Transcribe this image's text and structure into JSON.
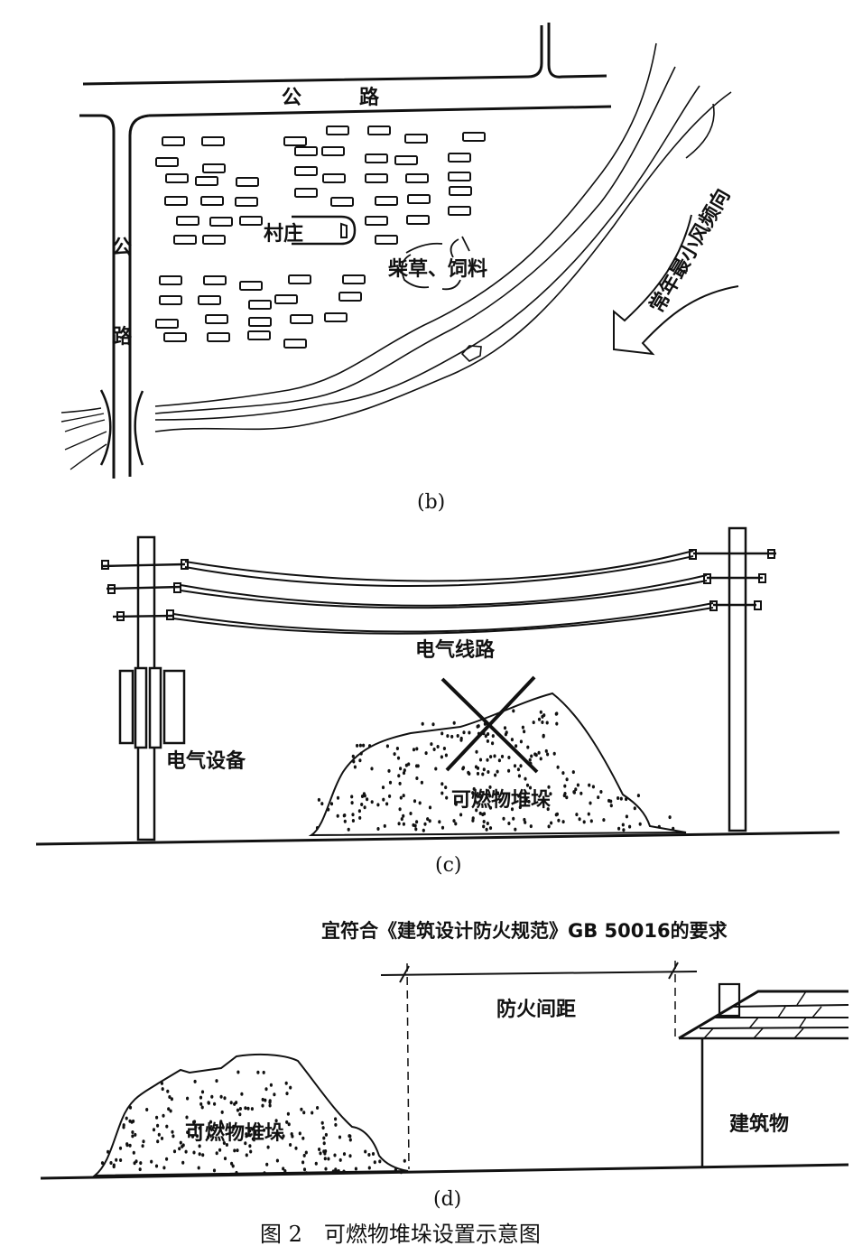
{
  "panel_b": {
    "road_top_label": [
      "公",
      "路"
    ],
    "road_left_label": [
      "公",
      "路"
    ],
    "village_label": "村庄",
    "storage_label": "柴草、饲料",
    "wind_label": "常年最小风频向",
    "caption": "(b)"
  },
  "panel_c": {
    "power_line_label": "电气线路",
    "equipment_label": "电气设备",
    "pile_label": "可燃物堆垛",
    "prohibited_mark": "X",
    "caption": "(c)"
  },
  "panel_d": {
    "requirement_label": "宜符合《建筑设计防火规范》GB 50016的要求",
    "distance_label": "防火间距",
    "pile_label": "可燃物堆垛",
    "building_label": "建筑物",
    "caption": "(d)"
  },
  "figure_title": "图 2　可燃物堆垛设置示意图",
  "colors": {
    "ink": "#111111",
    "paper": "#ffffff"
  }
}
